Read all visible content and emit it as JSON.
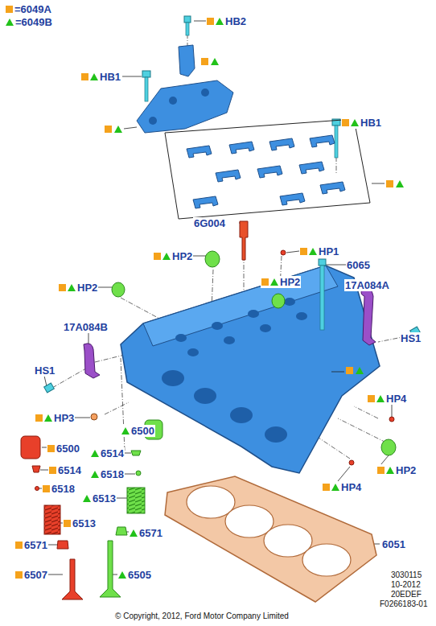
{
  "diagram": {
    "caption": "© Copyright, 2012, Ford Motor Company Limited",
    "labels": [
      "HB2",
      "HB1",
      "HB1",
      "6G004",
      "HP1",
      "HP2",
      "6065",
      "HP2",
      "HP2",
      "17A084A",
      "17A084B",
      "HS1",
      "HS1",
      "HP4",
      "HP3",
      "6500",
      "6500",
      "6514",
      "6514",
      "6518",
      "6518",
      "6513",
      "6513",
      "HP2",
      "HP4",
      "6571",
      "6571",
      "6051",
      "6507",
      "6505",
      "3030115",
      "10-2012",
      "20EDEF",
      "F0266183-01"
    ],
    "legend": [
      {
        "text": "=6049A",
        "color": "#f5a21b"
      },
      {
        "text": "=6049B"
      }
    ]
  }
}
